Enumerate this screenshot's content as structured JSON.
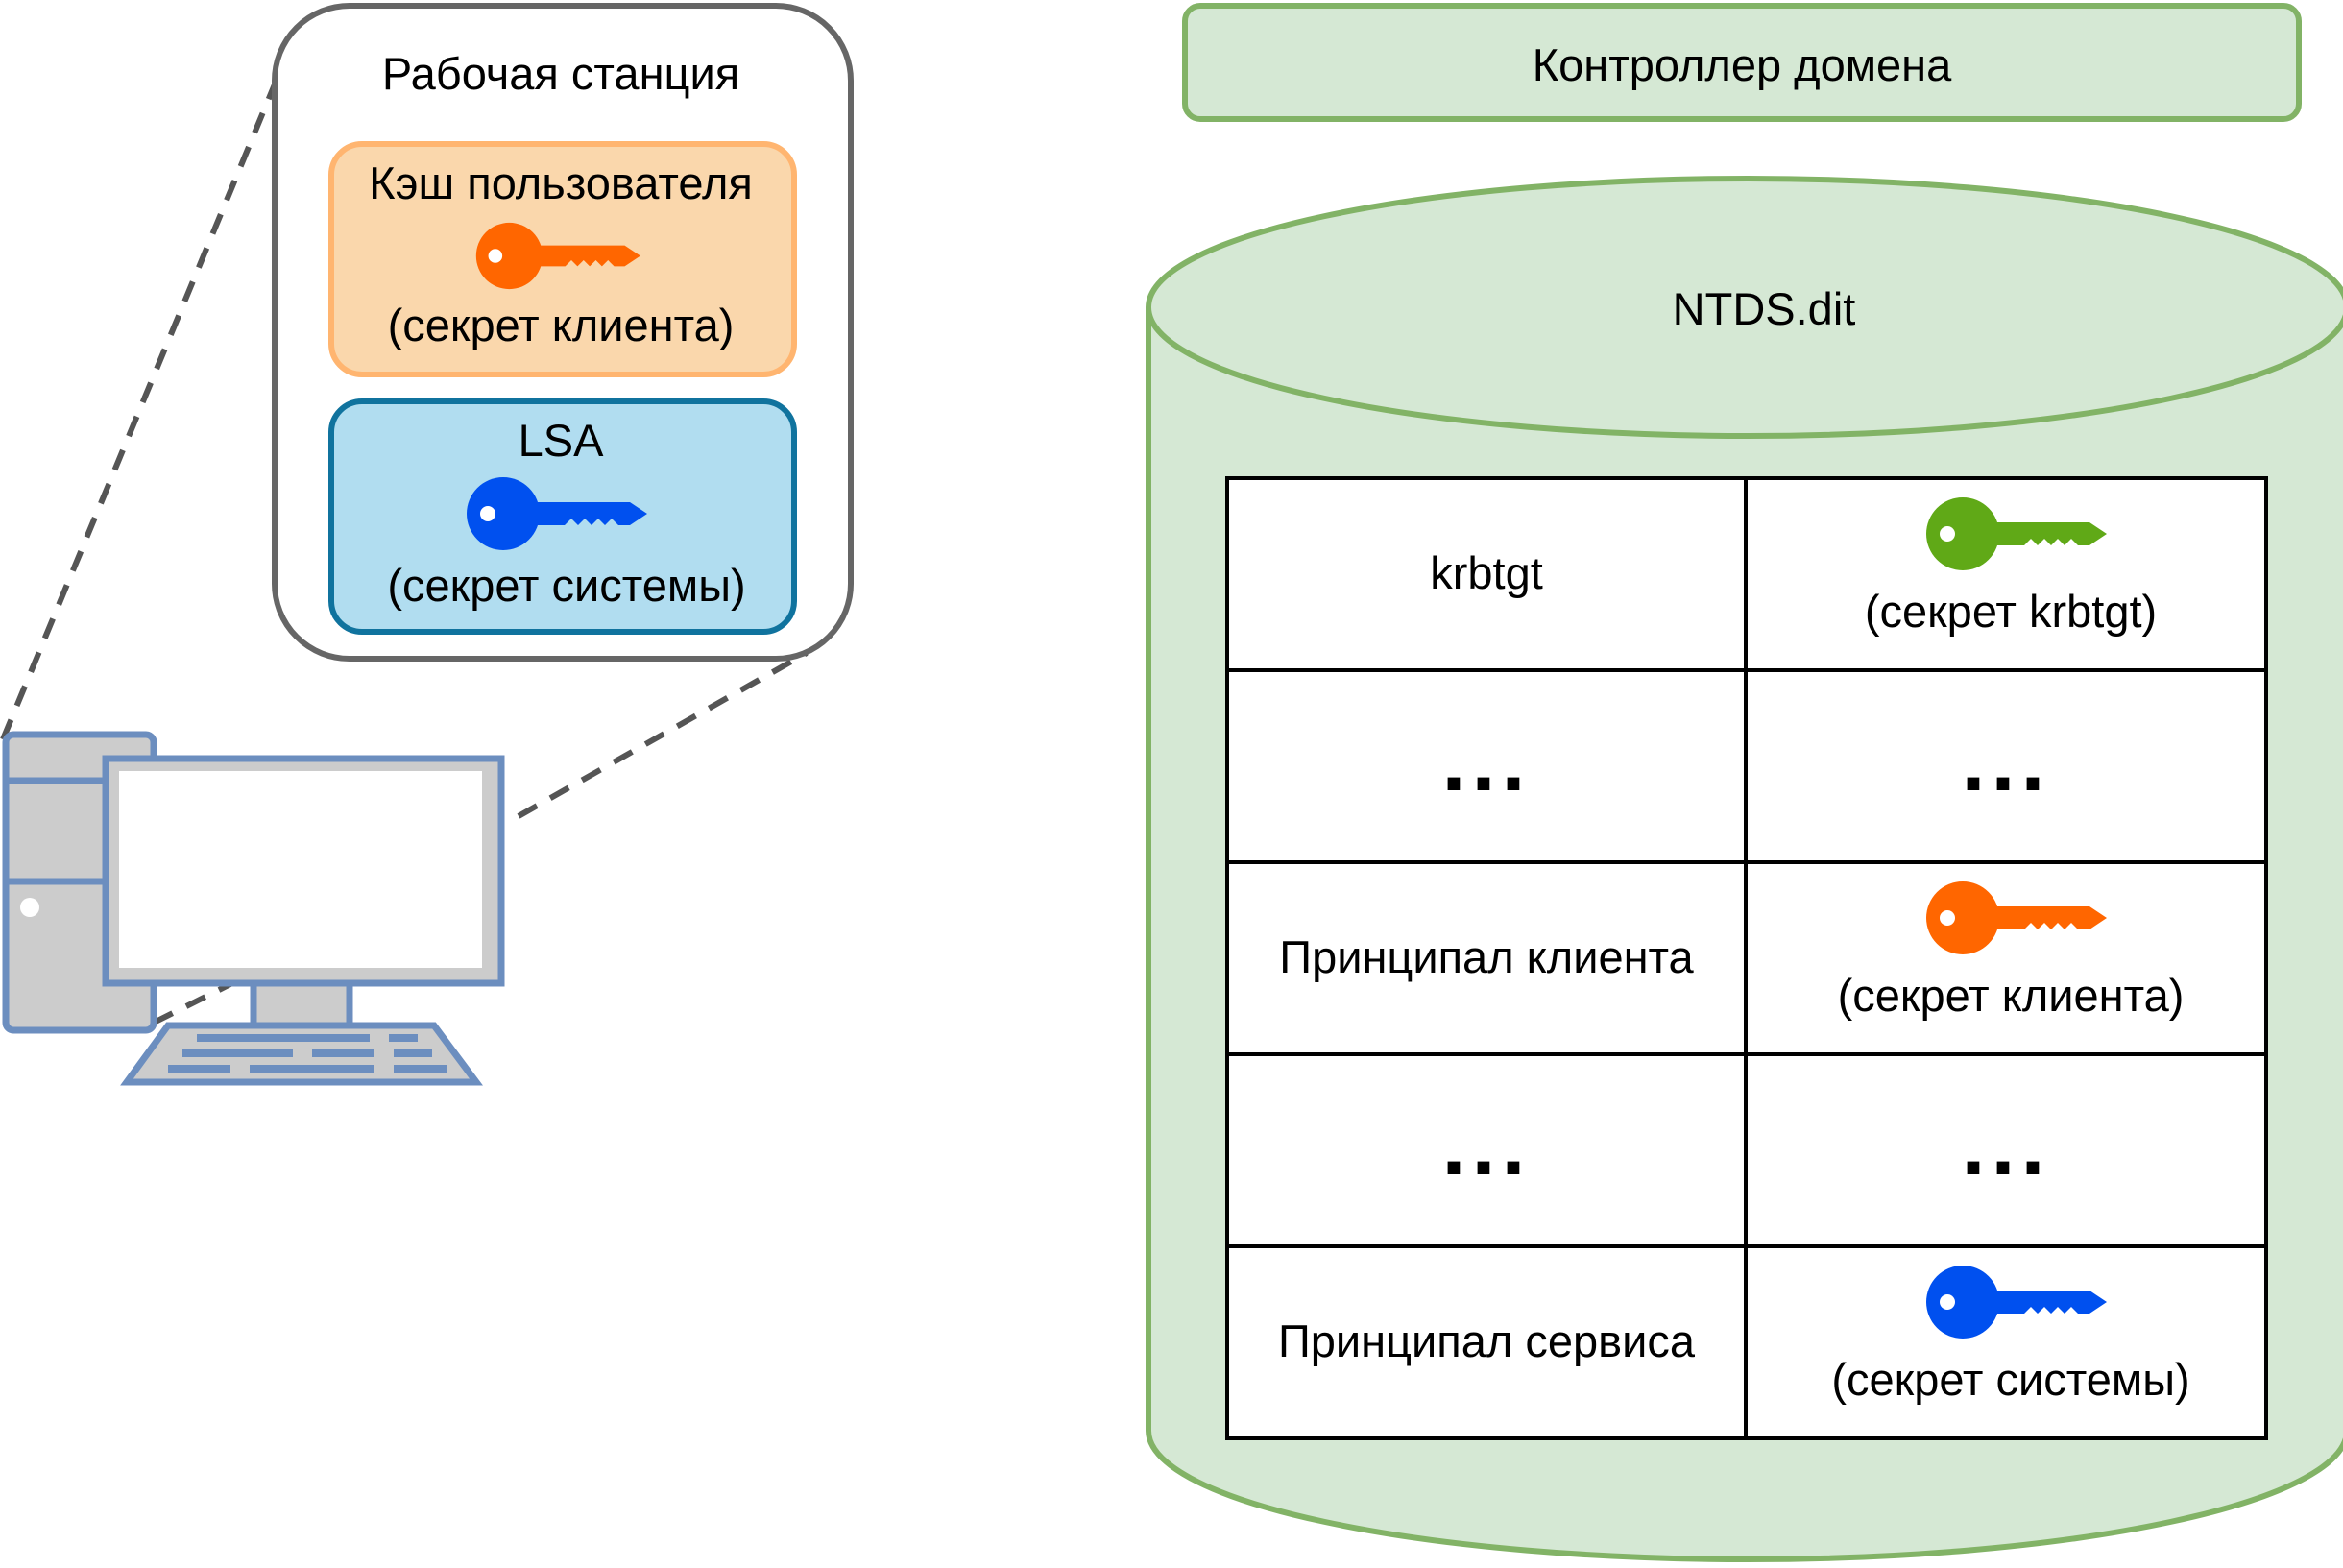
{
  "workstation": {
    "title": "Рабочая станция",
    "user_cache": {
      "label": "Кэш пользователя",
      "caption": "(секрет клиента)",
      "key_color": "#FF6600",
      "fill": "#FAD7AC",
      "border": "#FFB570"
    },
    "lsa": {
      "label": "LSA",
      "caption": "(секрет системы)",
      "key_color": "#0050EF",
      "fill": "#B1DDF0",
      "border": "#10739E"
    },
    "border": "#666666"
  },
  "domain_controller": {
    "title": "Контроллер домена",
    "fill": "#D5E8D4",
    "border": "#82B366"
  },
  "database": {
    "name": "NTDS.dit",
    "rows": [
      {
        "principal": "krbtgt",
        "secret": "(секрет krbtgt)",
        "key_color": "#60A917",
        "key": true
      },
      {
        "principal": "...",
        "secret": "...",
        "key": false
      },
      {
        "principal": "Принципал клиента",
        "secret": "(секрет клиента)",
        "key_color": "#FF6600",
        "key": true
      },
      {
        "principal": "...",
        "secret": "...",
        "key": false
      },
      {
        "principal": "Принципал сервиса",
        "secret": "(секрет системы)",
        "key_color": "#0050EF",
        "key": true
      }
    ]
  },
  "computer": {
    "frame_color": "#6C8EBF",
    "case_fill": "#CCCCCC",
    "screen_fill": "#FFFFFF"
  }
}
